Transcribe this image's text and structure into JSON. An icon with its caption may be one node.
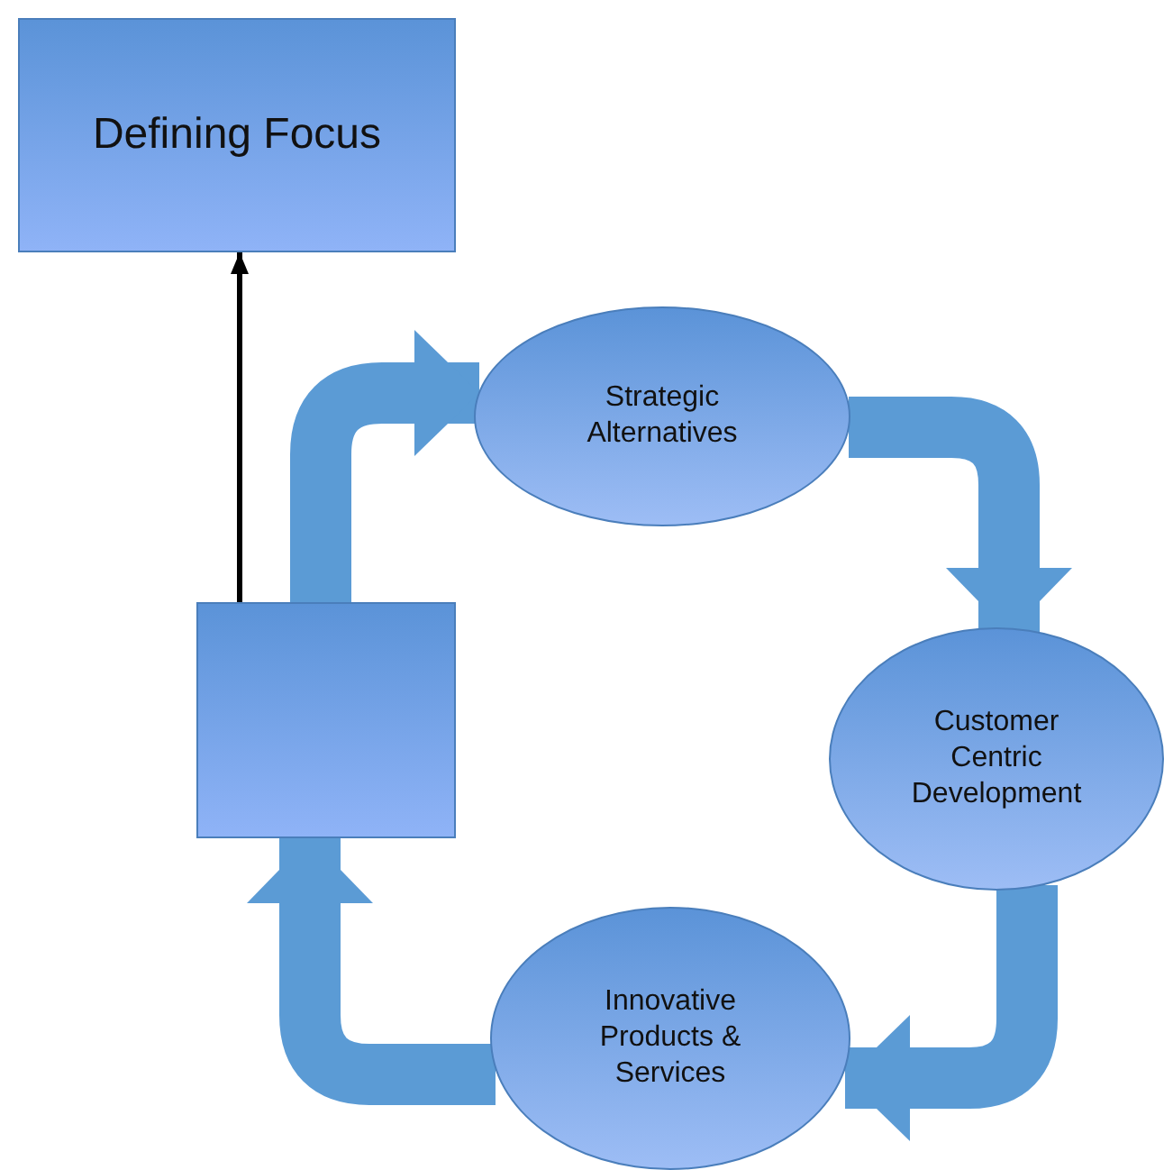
{
  "diagram": {
    "nodes": [
      {
        "text": [
          "Defining Focus"
        ]
      },
      {
        "text": [
          "Strategic Alternatives"
        ]
      },
      {
        "text": [
          "Customer Centric Development"
        ]
      },
      {
        "text": [
          "Innovative Products & Services"
        ]
      },
      {
        "text": [],
        "shape": "box"
      }
    ],
    "edges": [
      {
        "from": 4,
        "to": 0,
        "arrow": "to",
        "color": "#000000"
      },
      {
        "from": 4,
        "to": 1,
        "arrow": "to"
      },
      {
        "from": 1,
        "to": 2,
        "arrow": "to"
      },
      {
        "from": 2,
        "to": 3,
        "arrow": "to"
      },
      {
        "from": 3,
        "to": 4,
        "arrow": "to"
      }
    ]
  }
}
